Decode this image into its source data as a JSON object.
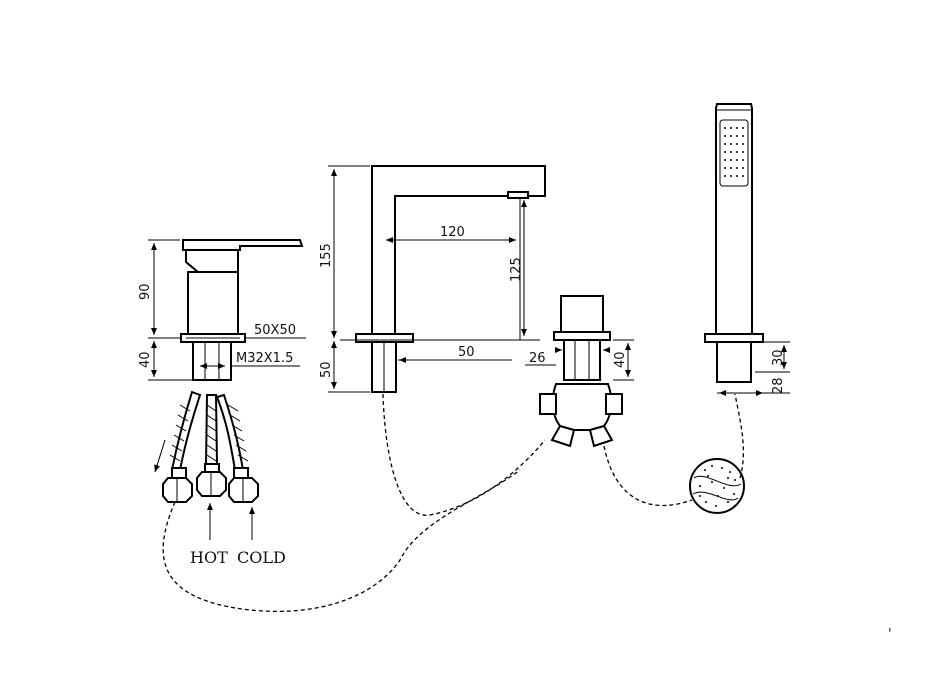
{
  "dimensions": {
    "mixer_height": "90",
    "mixer_base_height": "40",
    "flange": "50X50",
    "thread": "M32X1.5",
    "spout_height": "155",
    "spout_reach": "120",
    "spout_outlet_height": "125",
    "spout_base": "50",
    "spout_base_height": "50",
    "diverter_width": "26",
    "diverter_base_height": "40",
    "shower_base_height": "30",
    "shower_diameter": "28"
  },
  "labels": {
    "hot": "HOT",
    "cold": "COLD"
  }
}
